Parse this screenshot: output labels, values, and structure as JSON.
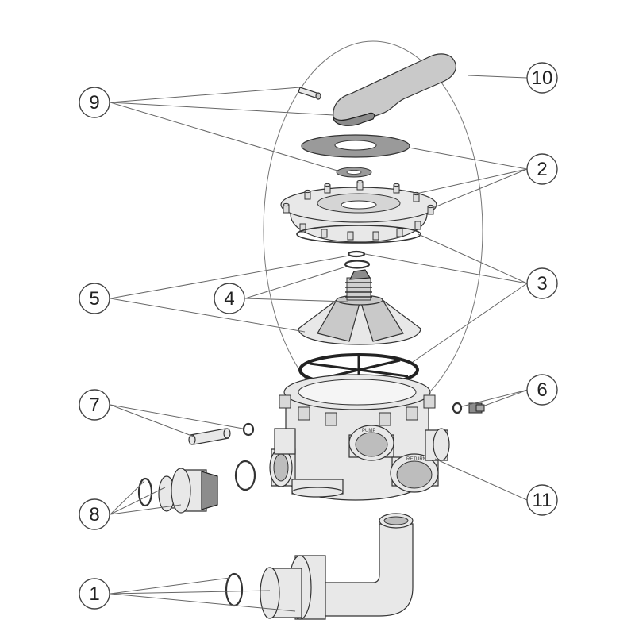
{
  "diagram": {
    "callouts": [
      {
        "id": "c1",
        "label": "1"
      },
      {
        "id": "c2",
        "label": "2"
      },
      {
        "id": "c3",
        "label": "3"
      },
      {
        "id": "c4",
        "label": "4"
      },
      {
        "id": "c5",
        "label": "5"
      },
      {
        "id": "c6",
        "label": "6"
      },
      {
        "id": "c7",
        "label": "7"
      },
      {
        "id": "c8",
        "label": "8"
      },
      {
        "id": "c9",
        "label": "9"
      },
      {
        "id": "c10",
        "label": "10"
      },
      {
        "id": "c11",
        "label": "11"
      }
    ],
    "port_labels": {
      "pump": "PUMP",
      "return": "RETURN"
    }
  }
}
